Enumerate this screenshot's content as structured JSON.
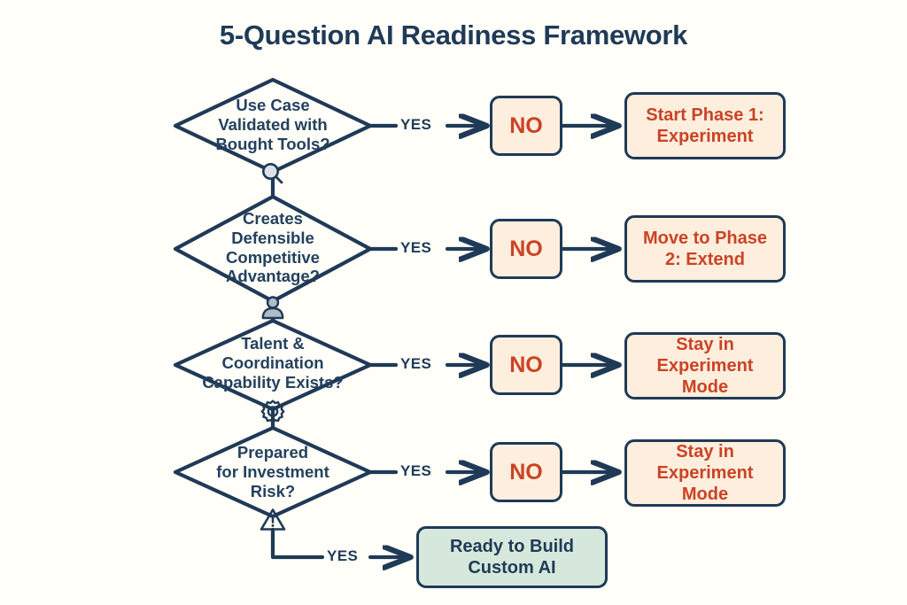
{
  "page": {
    "title": "5-Question AI Readiness Framework",
    "background_color": "#FFFEF8"
  },
  "colors": {
    "navy": "#1F3A57",
    "orange_text": "#CC4224",
    "peach_fill": "#FDEEDD",
    "green_fill": "#D6E8DC",
    "icon_gray": "#AEBCC6"
  },
  "branch_label": "YES",
  "no_label": "NO",
  "rows": [
    {
      "id": "row-1",
      "question": "Use Case Validated with Bought Tools?",
      "question_lines": [
        "Use Case",
        "Validated with",
        "Bought Tools?"
      ],
      "icon": "magnifier-icon",
      "yes_label": "YES",
      "no_label": "NO",
      "outcome": "Start Phase 1: Experiment",
      "outcome_lines": [
        "Start Phase 1:",
        "Experiment"
      ],
      "outcome_style": "peach"
    },
    {
      "id": "row-2",
      "question": "Creates Defensible Competitive Advantage?",
      "question_lines": [
        "Creates",
        "Defensible",
        "Competitive",
        "Advantage?"
      ],
      "icon": "person-icon",
      "yes_label": "YES",
      "no_label": "NO",
      "outcome": "Move to Phase 2: Extend",
      "outcome_lines": [
        "Move to Phase",
        "2: Extend"
      ],
      "outcome_style": "peach"
    },
    {
      "id": "row-3",
      "question": "Talent & Coordination Capability Exists?",
      "question_lines": [
        "Talent &",
        "Coordination",
        "Capability Exists?"
      ],
      "icon": "gear-icon",
      "yes_label": "YES",
      "no_label": "NO",
      "outcome": "Stay in Experiment Mode",
      "outcome_lines": [
        "Stay in",
        "Experiment Mode"
      ],
      "outcome_style": "peach"
    },
    {
      "id": "row-4",
      "question": "Prepared for Investment Risk?",
      "question_lines": [
        "Prepared",
        "for Investment",
        "Risk?"
      ],
      "icon": "warning-icon",
      "yes_label": "YES",
      "no_label": "NO",
      "outcome": "Stay in Experiment Mode",
      "outcome_lines": [
        "Stay in",
        "Experiment Mode"
      ],
      "outcome_style": "peach"
    }
  ],
  "final": {
    "yes_label": "YES",
    "label": "Ready to Build Custom AI",
    "lines": [
      "Ready to Build",
      "Custom AI"
    ],
    "style": "green"
  }
}
